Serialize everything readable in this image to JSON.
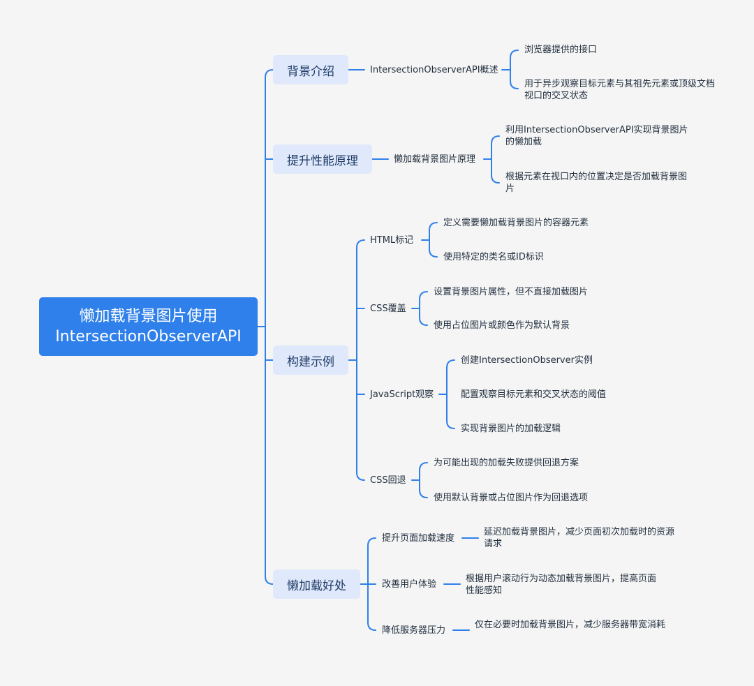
{
  "root": {
    "line1": "懒加载背景图片使用",
    "line2": "IntersectionObserverAPI"
  },
  "branches": [
    {
      "label": "背景介绍",
      "children": [
        {
          "label": "IntersectionObserverAPI概述",
          "children": [
            "浏览器提供的接口",
            "用于异步观察目标元素与其祖先元素或顶级文档视口的交叉状态"
          ]
        }
      ]
    },
    {
      "label": "提升性能原理",
      "children": [
        {
          "label": "懒加载背景图片原理",
          "children": [
            "利用IntersectionObserverAPI实现背景图片的懒加载",
            "根据元素在视口内的位置决定是否加载背景图片"
          ]
        }
      ]
    },
    {
      "label": "构建示例",
      "children": [
        {
          "label": "HTML标记",
          "children": [
            "定义需要懒加载背景图片的容器元素",
            "使用特定的类名或ID标识"
          ]
        },
        {
          "label": "CSS覆盖",
          "children": [
            "设置背景图片属性，但不直接加载图片",
            "使用占位图片或颜色作为默认背景"
          ]
        },
        {
          "label": "JavaScript观察",
          "children": [
            "创建IntersectionObserver实例",
            "配置观察目标元素和交叉状态的阈值",
            "实现背景图片的加载逻辑"
          ]
        },
        {
          "label": "CSS回退",
          "children": [
            "为可能出现的加载失败提供回退方案",
            "使用默认背景或占位图片作为回退选项"
          ]
        }
      ]
    },
    {
      "label": "懒加载好处",
      "children": [
        {
          "label": "提升页面加载速度",
          "children": [
            "延迟加载背景图片，减少页面初次加载时的资源请求"
          ]
        },
        {
          "label": "改善用户体验",
          "children": [
            "根据用户滚动行为动态加载背景图片，提高页面性能感知"
          ]
        },
        {
          "label": "降低服务器压力",
          "children": [
            "仅在必要时加载背景图片，减少服务器带宽消耗"
          ]
        }
      ]
    }
  ],
  "colors": {
    "link": "#2f80ea",
    "root_bg": "#2f80ea",
    "branch_bg": "#dfe9fb",
    "background": "#f5f5f5"
  }
}
